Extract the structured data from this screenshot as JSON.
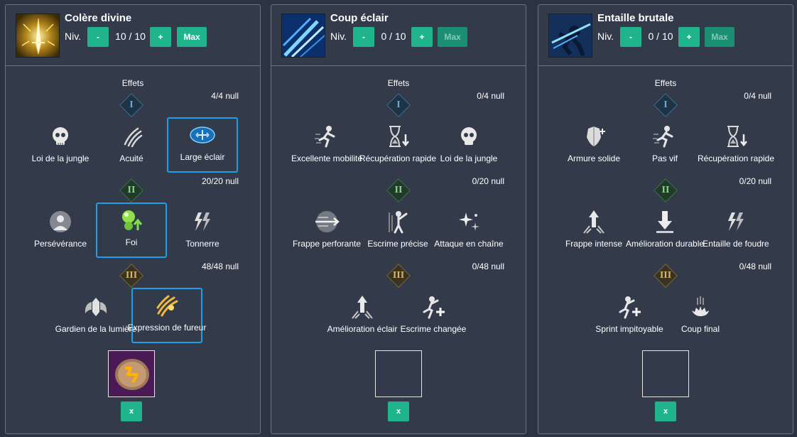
{
  "colors": {
    "page_bg": "#2c3342",
    "panel_bg": "#333b4b",
    "panel_border": "#6b7282",
    "button_accent": "#20b48d",
    "selected_border": "#1f9fe6"
  },
  "panels": [
    {
      "title": "Colère divine",
      "icon": "golden-sword-icon",
      "level_label": "Niv.",
      "level_value": "10 / 10",
      "minus_label": "-",
      "plus_label": "+",
      "max_label": "Max",
      "max_active": true,
      "effets_label": "Effets",
      "tiers": [
        {
          "numeral": "I",
          "count": "4/4 null",
          "traits": [
            {
              "label": "Loi de la jungle",
              "icon": "skull-icon",
              "selected": false
            },
            {
              "label": "Acuité",
              "icon": "claw-marks-icon",
              "selected": false
            },
            {
              "label": "Large éclair",
              "icon": "wide-flash-icon",
              "selected": true
            }
          ]
        },
        {
          "numeral": "II",
          "count": "20/20 null",
          "traits": [
            {
              "label": "Persévérance",
              "icon": "perseverance-icon",
              "selected": false
            },
            {
              "label": "Foi",
              "icon": "green-orbs-icon",
              "selected": true
            },
            {
              "label": "Tonnerre",
              "icon": "thunder-icon",
              "selected": false
            }
          ]
        },
        {
          "numeral": "III",
          "count": "48/48 null",
          "traits": [
            {
              "label": "Gardien de la lumière",
              "icon": "winged-guardian-icon",
              "selected": false
            },
            {
              "label": "Expression de fureur",
              "icon": "fury-claws-icon",
              "selected": true
            }
          ]
        }
      ],
      "rune_slot": {
        "filled": true,
        "icon": "rune-stone-icon"
      },
      "remove_label": "x"
    },
    {
      "title": "Coup éclair",
      "icon": "blue-streak-icon",
      "level_label": "Niv.",
      "level_value": "0 / 10",
      "minus_label": "-",
      "plus_label": "+",
      "max_label": "Max",
      "max_active": false,
      "effets_label": "Effets",
      "tiers": [
        {
          "numeral": "I",
          "count": "0/4 null",
          "traits": [
            {
              "label": "Excellente mobilité",
              "icon": "sprint-icon",
              "selected": false
            },
            {
              "label": "Récupération rapide",
              "icon": "hourglass-down-icon",
              "selected": false
            },
            {
              "label": "Loi de la jungle",
              "icon": "skull-icon",
              "selected": false
            }
          ]
        },
        {
          "numeral": "II",
          "count": "0/20 null",
          "traits": [
            {
              "label": "Frappe perforante",
              "icon": "pierce-icon",
              "selected": false
            },
            {
              "label": "Escrime précise",
              "icon": "precise-fencing-icon",
              "selected": false
            },
            {
              "label": "Attaque en chaîne",
              "icon": "chain-spark-icon",
              "selected": false
            }
          ]
        },
        {
          "numeral": "III",
          "count": "0/48 null",
          "traits": [
            {
              "label": "Amélioration éclair",
              "icon": "arrow-burst-icon",
              "selected": false
            },
            {
              "label": "Escrime changée",
              "icon": "fencing-plus-icon",
              "selected": false
            }
          ]
        }
      ],
      "rune_slot": {
        "filled": false,
        "icon": ""
      },
      "remove_label": "x"
    },
    {
      "title": "Entaille brutale",
      "icon": "blue-slash-icon",
      "level_label": "Niv.",
      "level_value": "0 / 10",
      "minus_label": "-",
      "plus_label": "+",
      "max_label": "Max",
      "max_active": false,
      "effets_label": "Effets",
      "tiers": [
        {
          "numeral": "I",
          "count": "0/4 null",
          "traits": [
            {
              "label": "Armure solide",
              "icon": "armor-icon",
              "selected": false
            },
            {
              "label": "Pas vif",
              "icon": "sprint-icon",
              "selected": false
            },
            {
              "label": "Récupération rapide",
              "icon": "hourglass-down-icon",
              "selected": false
            }
          ]
        },
        {
          "numeral": "II",
          "count": "0/20 null",
          "traits": [
            {
              "label": "Frappe intense",
              "icon": "arrow-burst-icon",
              "selected": false
            },
            {
              "label": "Amélioration durable",
              "icon": "down-arrow-icon",
              "selected": false
            },
            {
              "label": "Entaille de foudre",
              "icon": "thunder-icon",
              "selected": false
            }
          ]
        },
        {
          "numeral": "III",
          "count": "0/48 null",
          "traits": [
            {
              "label": "Sprint impitoyable",
              "icon": "fencing-plus-icon",
              "selected": false
            },
            {
              "label": "Coup final",
              "icon": "final-hand-icon",
              "selected": false
            }
          ]
        }
      ],
      "rune_slot": {
        "filled": false,
        "icon": ""
      },
      "remove_label": "x"
    }
  ]
}
